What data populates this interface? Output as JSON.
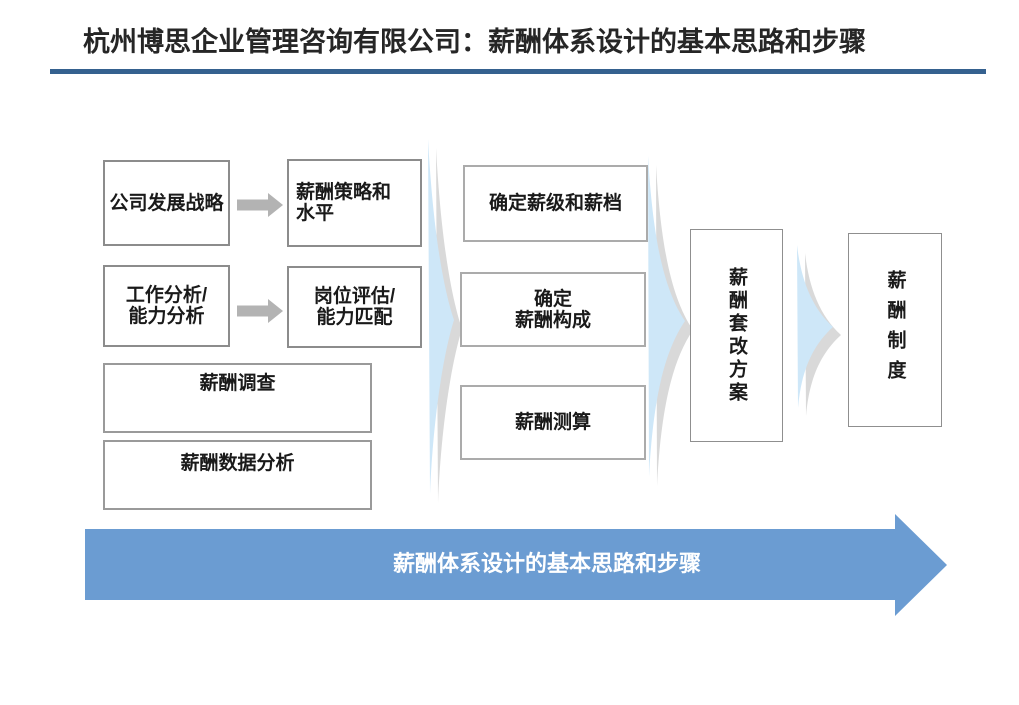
{
  "slide": {
    "title": "杭州博思企业管理咨询有限公司：薪酬体系设计的基本思路和步骤",
    "boxes": {
      "company_strategy": "公司发展战略",
      "salary_strategy_level": "薪酬策略和\n水平",
      "job_ability_analysis": "工作分析/\n能力分析",
      "position_eval_match": "岗位评估/\n能力匹配",
      "salary_survey": "薪酬调查",
      "salary_data_analysis": "薪酬数据分析",
      "determine_grade_band": "确定薪级和薪档",
      "determine_composition": "确定\n薪酬构成",
      "salary_calculation": "薪酬测算",
      "salary_reform_plan": "薪酬套改方案",
      "salary_system": "薪酬制度"
    },
    "bottom_arrow_label": "薪酬体系设计的基本思路和步骤",
    "colors": {
      "divider_blue": "#35618F",
      "chevron_fill": "#CEE7F8",
      "chevron_shadow": "#D9D9D9",
      "connector_gray": "#B3B3B3",
      "connector_gray_edge": "#9C9C9C",
      "main_arrow_blue": "#6B9CD2",
      "text_dark": "#1A1A1A"
    }
  }
}
